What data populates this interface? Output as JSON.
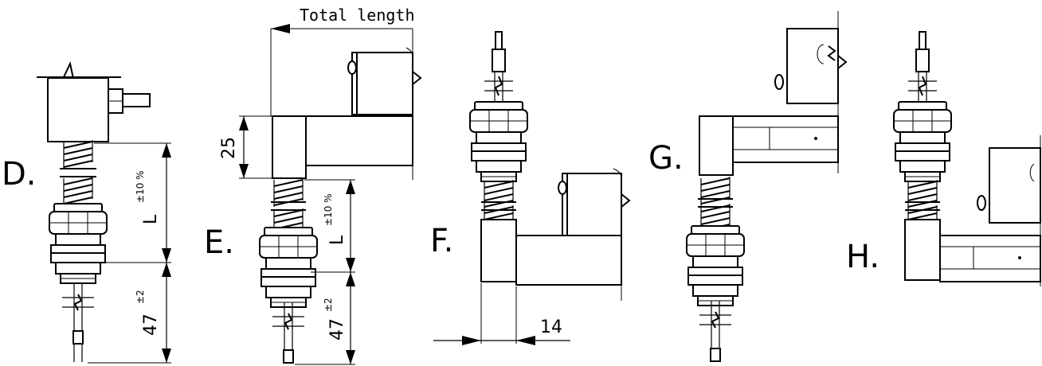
{
  "variants": [
    {
      "id": "D",
      "label": "D."
    },
    {
      "id": "E",
      "label": "E."
    },
    {
      "id": "F",
      "label": "F."
    },
    {
      "id": "G",
      "label": "G."
    },
    {
      "id": "H",
      "label": "H."
    }
  ],
  "dimensions": {
    "total_length": "Total length",
    "length_symbol": "L",
    "length_tolerance": "±10 %",
    "tail_length": "47",
    "tail_tolerance": "±2",
    "block_height": "25",
    "offset_width": "14"
  },
  "colors": {
    "line": "#000000",
    "background": "#ffffff"
  }
}
